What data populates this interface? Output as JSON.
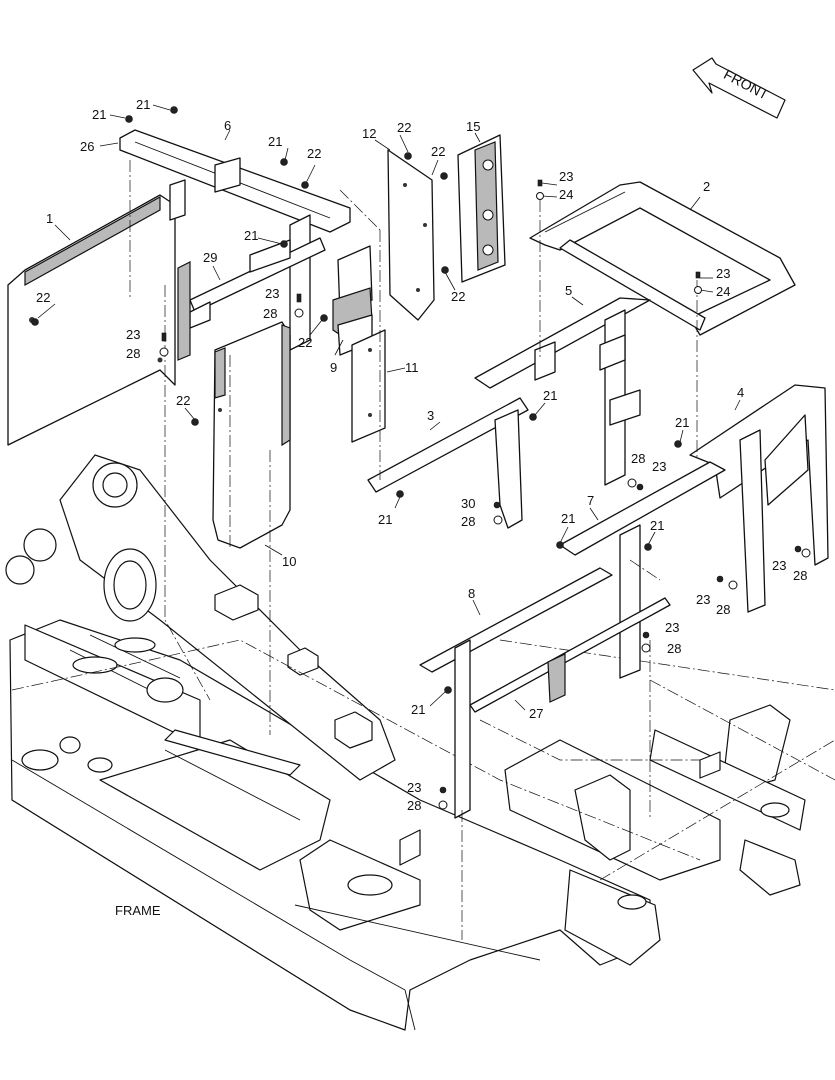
{
  "front_arrow": {
    "label": "FRONT"
  },
  "frame_label": "FRAME",
  "callouts": {
    "p1": "1",
    "p2": "2",
    "p3": "3",
    "p4": "4",
    "p5": "5",
    "p6": "6",
    "p7": "7",
    "p8": "8",
    "p9": "9",
    "p10": "10",
    "p11": "11",
    "p12": "12",
    "p15": "15",
    "p21a": "21",
    "p21b": "21",
    "p21c": "21",
    "p21d": "21",
    "p21e": "21",
    "p21f": "21",
    "p21g": "21",
    "p21h": "21",
    "p21i": "21",
    "p21j": "21",
    "p22a": "22",
    "p22b": "22",
    "p22c": "22",
    "p22d": "22",
    "p22e": "22",
    "p22f": "22",
    "p22g": "22",
    "p23a": "23",
    "p23b": "23",
    "p23c": "23",
    "p23d": "23",
    "p23e": "23",
    "p23f": "23",
    "p23g": "23",
    "p23h": "23",
    "p23i": "23",
    "p24a": "24",
    "p24b": "24",
    "p26": "26",
    "p27": "27",
    "p28a": "28",
    "p28b": "28",
    "p28c": "28",
    "p28d": "28",
    "p28e": "28",
    "p28f": "28",
    "p28g": "28",
    "p28h": "28",
    "p29": "29",
    "p30": "30"
  }
}
